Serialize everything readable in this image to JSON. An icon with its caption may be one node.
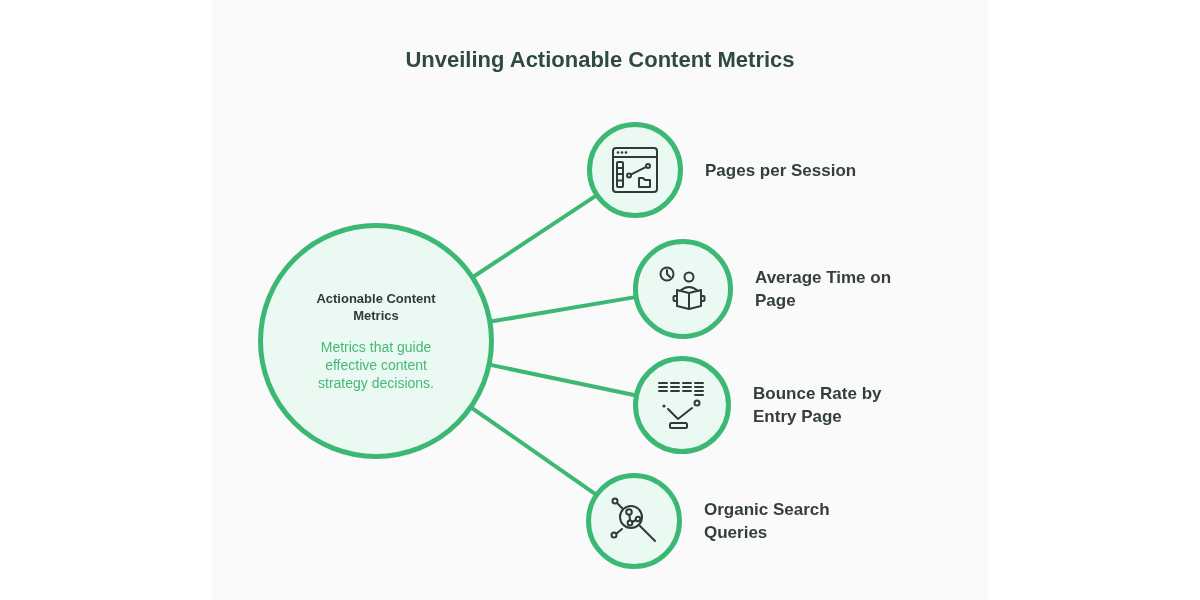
{
  "diagram": {
    "title": "Unveiling Actionable Content Metrics",
    "nodes": [
      {
        "text": [
          "Actionable Content Metrics",
          "Metrics that guide effective content strategy decisions."
        ]
      },
      {
        "text": [
          "Pages per Session"
        ]
      },
      {
        "text": [
          "Average Time on Page"
        ]
      },
      {
        "text": [
          "Bounce Rate by Entry Page"
        ]
      },
      {
        "text": [
          "Organic Search Queries"
        ]
      }
    ],
    "edges": [
      {
        "from": 0,
        "to": 1,
        "arrow": "none"
      },
      {
        "from": 0,
        "to": 2,
        "arrow": "none"
      },
      {
        "from": 0,
        "to": 3,
        "arrow": "none"
      },
      {
        "from": 0,
        "to": 4,
        "arrow": "none"
      }
    ]
  }
}
